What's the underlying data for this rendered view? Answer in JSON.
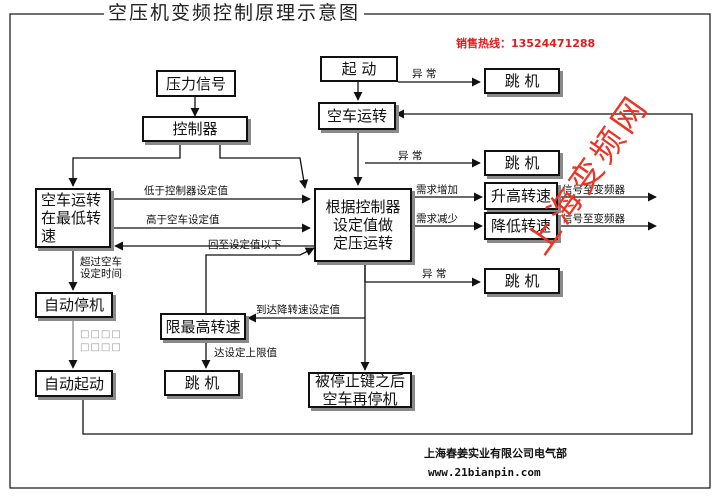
{
  "title": "空压机变频控制原理示意图",
  "hotline": "销售热线：13524471288",
  "company": "上海春姜实业有限公司电气部",
  "website": "www.21bianpin.com",
  "watermark": "上海变频网",
  "grey_hint": "□□□□□□□□",
  "boxes": {
    "pressure_signal": "压力信号",
    "controller": "控制器",
    "min_speed": "空车运转\n在最低转\n速",
    "auto_stop": "自动停机",
    "auto_start": "自动起动",
    "start": "起  动",
    "idle_run": "空车运转",
    "trip1": "跳  机",
    "trip2": "跳  机",
    "trip3": "跳  机",
    "trip4": "跳  机",
    "regulate": "根据控制器\n设定值做\n定压运转",
    "speed_up": "升高转速",
    "speed_down": "降低转速",
    "limit_max": "限最高转速",
    "stop_key": "被停止键之后\n空车再停机"
  },
  "labels": {
    "abnormal1": "异  常",
    "abnormal2": "异  常",
    "abnormal3": "异  常",
    "below_setpoint": "低于控制器设定值",
    "above_idle": "高于空车设定值",
    "back_below": "回至设定值以下",
    "demand_up": "需求增加",
    "demand_down": "需求减少",
    "signal_inverter1": "信号至变频器",
    "signal_inverter2": "信号至变频器",
    "idle_timeout": "超过空车\n设定时间",
    "reach_down_setpoint": "到达降转速设定值",
    "reach_upper_limit": "达设定上限值"
  }
}
